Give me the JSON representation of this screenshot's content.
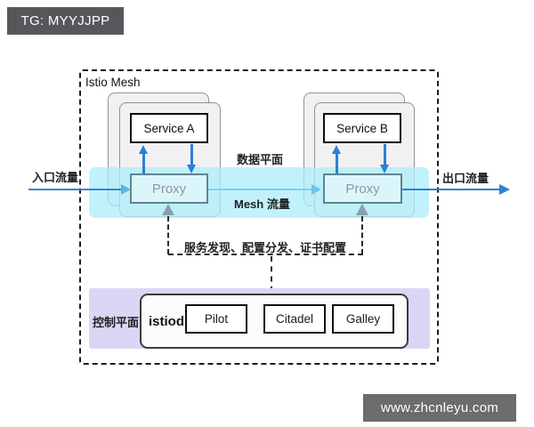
{
  "watermarks": {
    "top": "TG: MYYJJPP",
    "bottom": "www.zhcnleyu.com"
  },
  "diagram": {
    "title": "Istio Mesh",
    "labels": {
      "ingress": "入口流量",
      "egress": "出口流量",
      "data_plane": "数据平面",
      "mesh_traffic": "Mesh 流量",
      "control_plane": "控制平面",
      "discovery": "服务发现、配置分发、证书配置"
    },
    "nodes": {
      "service_a": "Service A",
      "service_b": "Service B",
      "proxy_left": "Proxy",
      "proxy_right": "Proxy",
      "istiod": "istiod",
      "pilot": "Pilot",
      "citadel": "Citadel",
      "galley": "Galley"
    },
    "colors": {
      "mesh_band": "#ace9f9",
      "control_band": "#dad6f6",
      "arrow_blue": "#2b7fd6",
      "arrow_light_blue": "#6ec6ea",
      "arrow_gray": "#8ba0a8",
      "badge_top_bg": "#56575a",
      "badge_bottom_bg": "#6c6c6c"
    }
  }
}
